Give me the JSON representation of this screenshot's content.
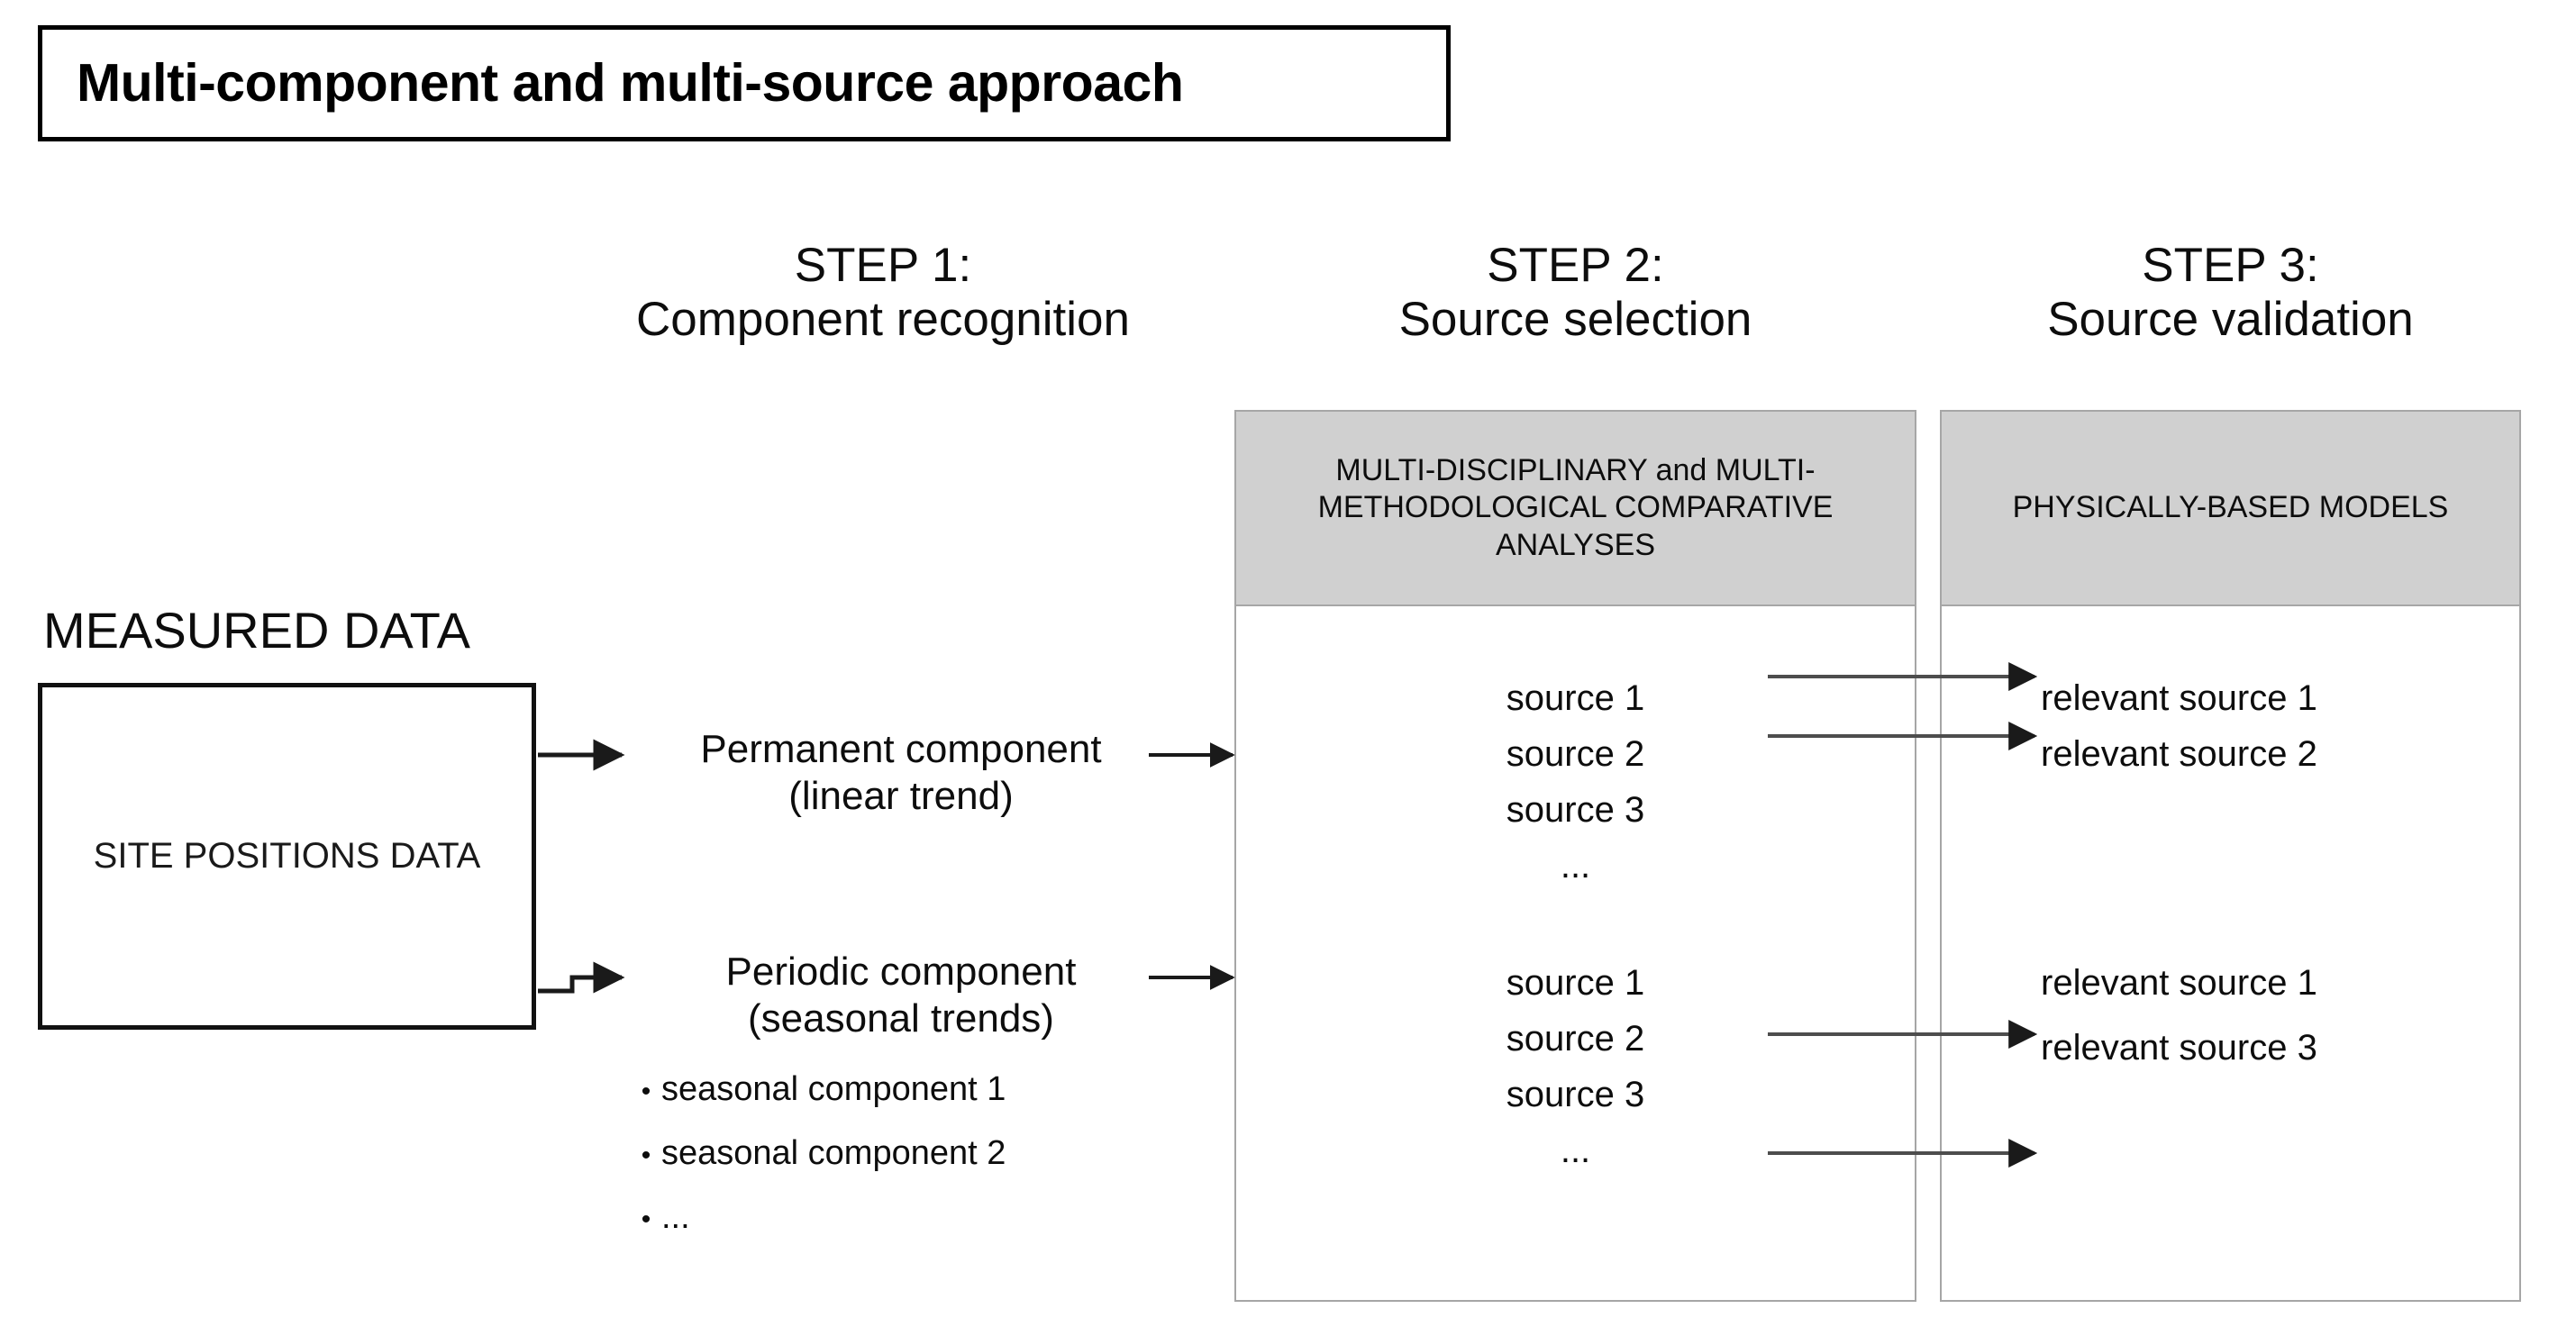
{
  "title": {
    "text": "Multi-component and multi-source approach"
  },
  "steps": [
    {
      "number": "STEP 1:",
      "name": "Component recognition"
    },
    {
      "number": "STEP 2:",
      "name": "Source selection"
    },
    {
      "number": "STEP 3:",
      "name": "Source validation"
    }
  ],
  "measured": {
    "label": "MEASURED DATA",
    "box_text": "SITE POSITIONS DATA"
  },
  "components": {
    "permanent": {
      "line1": "Permanent component",
      "line2": "(linear trend)"
    },
    "periodic": {
      "line1": "Periodic component",
      "line2": "(seasonal trends)"
    },
    "bullets": [
      {
        "marker": "•",
        "text": "seasonal component 1"
      },
      {
        "marker": "•",
        "text": "seasonal component 2"
      },
      {
        "marker": "•",
        "text": "..."
      }
    ]
  },
  "step2": {
    "header": "MULTI-DISCIPLINARY and MULTI-METHODOLOGICAL COMPARATIVE ANALYSES",
    "group_top": [
      "source 1",
      "source 2",
      "source 3",
      "..."
    ],
    "group_bottom": [
      "source 1",
      "source 2",
      "source 3",
      "..."
    ]
  },
  "step3": {
    "header": "PHYSICALLY-BASED MODELS",
    "group_top": [
      "relevant source 1",
      "relevant source 2"
    ],
    "group_bottom": [
      "relevant source 1",
      "relevant source 3"
    ]
  },
  "colors": {
    "panel_header_fill": "#d0d0d0",
    "panel_border": "#a6a6a6",
    "outline": "#111111",
    "arrow": "#1a1a1a",
    "background": "#ffffff"
  }
}
